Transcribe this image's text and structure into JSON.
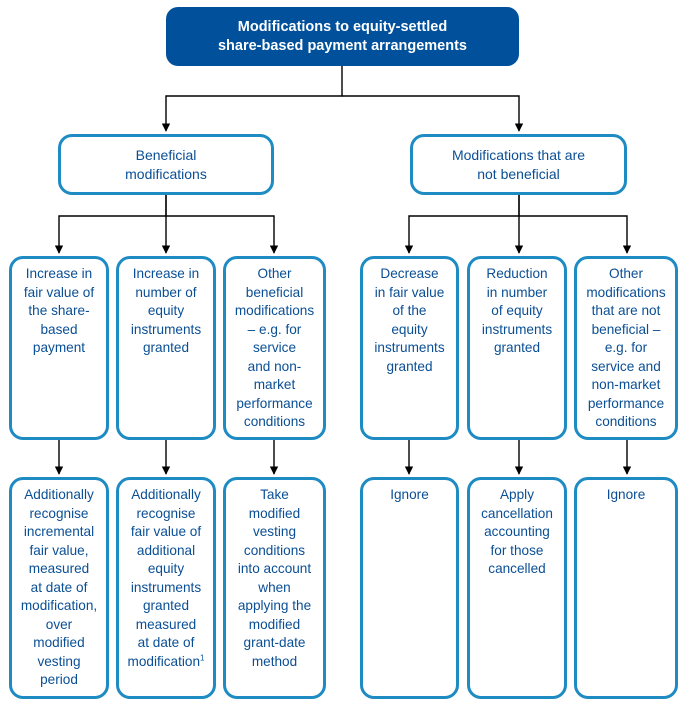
{
  "root": {
    "title": "Modifications to equity-settled\nshare-based payment arrangements"
  },
  "branches": [
    {
      "label": "Beneficial\nmodifications",
      "items": [
        {
          "condition": "Increase in\nfair value of\nthe share-\nbased\npayment",
          "treatment": "Additionally\nrecognise\nincremental\nfair value,\nmeasured\nat date of\nmodification,\nover\nmodified\nvesting\nperiod"
        },
        {
          "condition": "Increase in\nnumber of\nequity\ninstruments\ngranted",
          "treatment": "Additionally\nrecognise\nfair value of\nadditional\nequity\ninstruments\ngranted\nmeasured\nat date of\nmodification",
          "footnote": "1"
        },
        {
          "condition": "Other\nbeneficial\nmodifications\n– e.g. for\nservice\nand non-\nmarket\nperformance\nconditions",
          "treatment": "Take\nmodified\nvesting\nconditions\ninto account\nwhen\napplying the\nmodified\ngrant-date\nmethod"
        }
      ]
    },
    {
      "label": "Modifications that are\nnot beneficial",
      "items": [
        {
          "condition": "Decrease\nin  fair value\nof the\nequity\ninstruments\ngranted",
          "treatment": "Ignore"
        },
        {
          "condition": "Reduction\nin number\nof equity\ninstruments\ngranted",
          "treatment": "Apply\ncancellation\naccounting\nfor those\ncancelled"
        },
        {
          "condition": "Other\nmodifications\nthat are not\nbeneficial –\ne.g. for\nservice and\nnon-market\nperformance\nconditions",
          "treatment": "Ignore"
        }
      ]
    }
  ],
  "colors": {
    "header_fill": "#00509b",
    "box_border": "#1e8bc3",
    "text": "#0a4f95",
    "connector": "#000000"
  }
}
